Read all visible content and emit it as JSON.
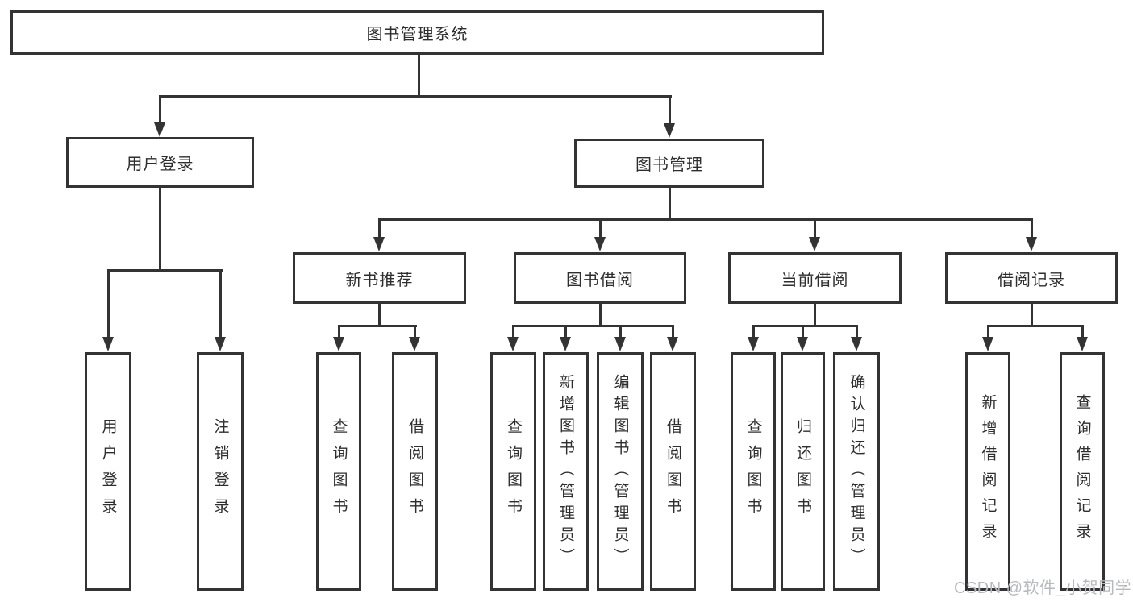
{
  "tree": {
    "label": "图书管理系统",
    "children": [
      {
        "label": "用户登录",
        "children": [
          {
            "label": "用户登录"
          },
          {
            "label": "注销登录"
          }
        ]
      },
      {
        "label": "图书管理",
        "children": [
          {
            "label": "新书推荐",
            "children": [
              {
                "label": "查询图书"
              },
              {
                "label": "借阅图书"
              }
            ]
          },
          {
            "label": "图书借阅",
            "children": [
              {
                "label": "查询图书"
              },
              {
                "label": "新增图书（管理员）"
              },
              {
                "label": "编辑图书（管理员）"
              },
              {
                "label": "借阅图书"
              }
            ]
          },
          {
            "label": "当前借阅",
            "children": [
              {
                "label": "查询图书"
              },
              {
                "label": "归还图书"
              },
              {
                "label": "确认归还（管理员）"
              }
            ]
          },
          {
            "label": "借阅记录",
            "children": [
              {
                "label": "新增借阅记录"
              },
              {
                "label": "查询借阅记录"
              }
            ]
          }
        ]
      }
    ]
  },
  "watermark": "CSDN @软件_小贺同学",
  "colors": {
    "line": "#333333",
    "text": "#2e2e2e",
    "watermark": "#b6b9be",
    "background": "#ffffff"
  }
}
